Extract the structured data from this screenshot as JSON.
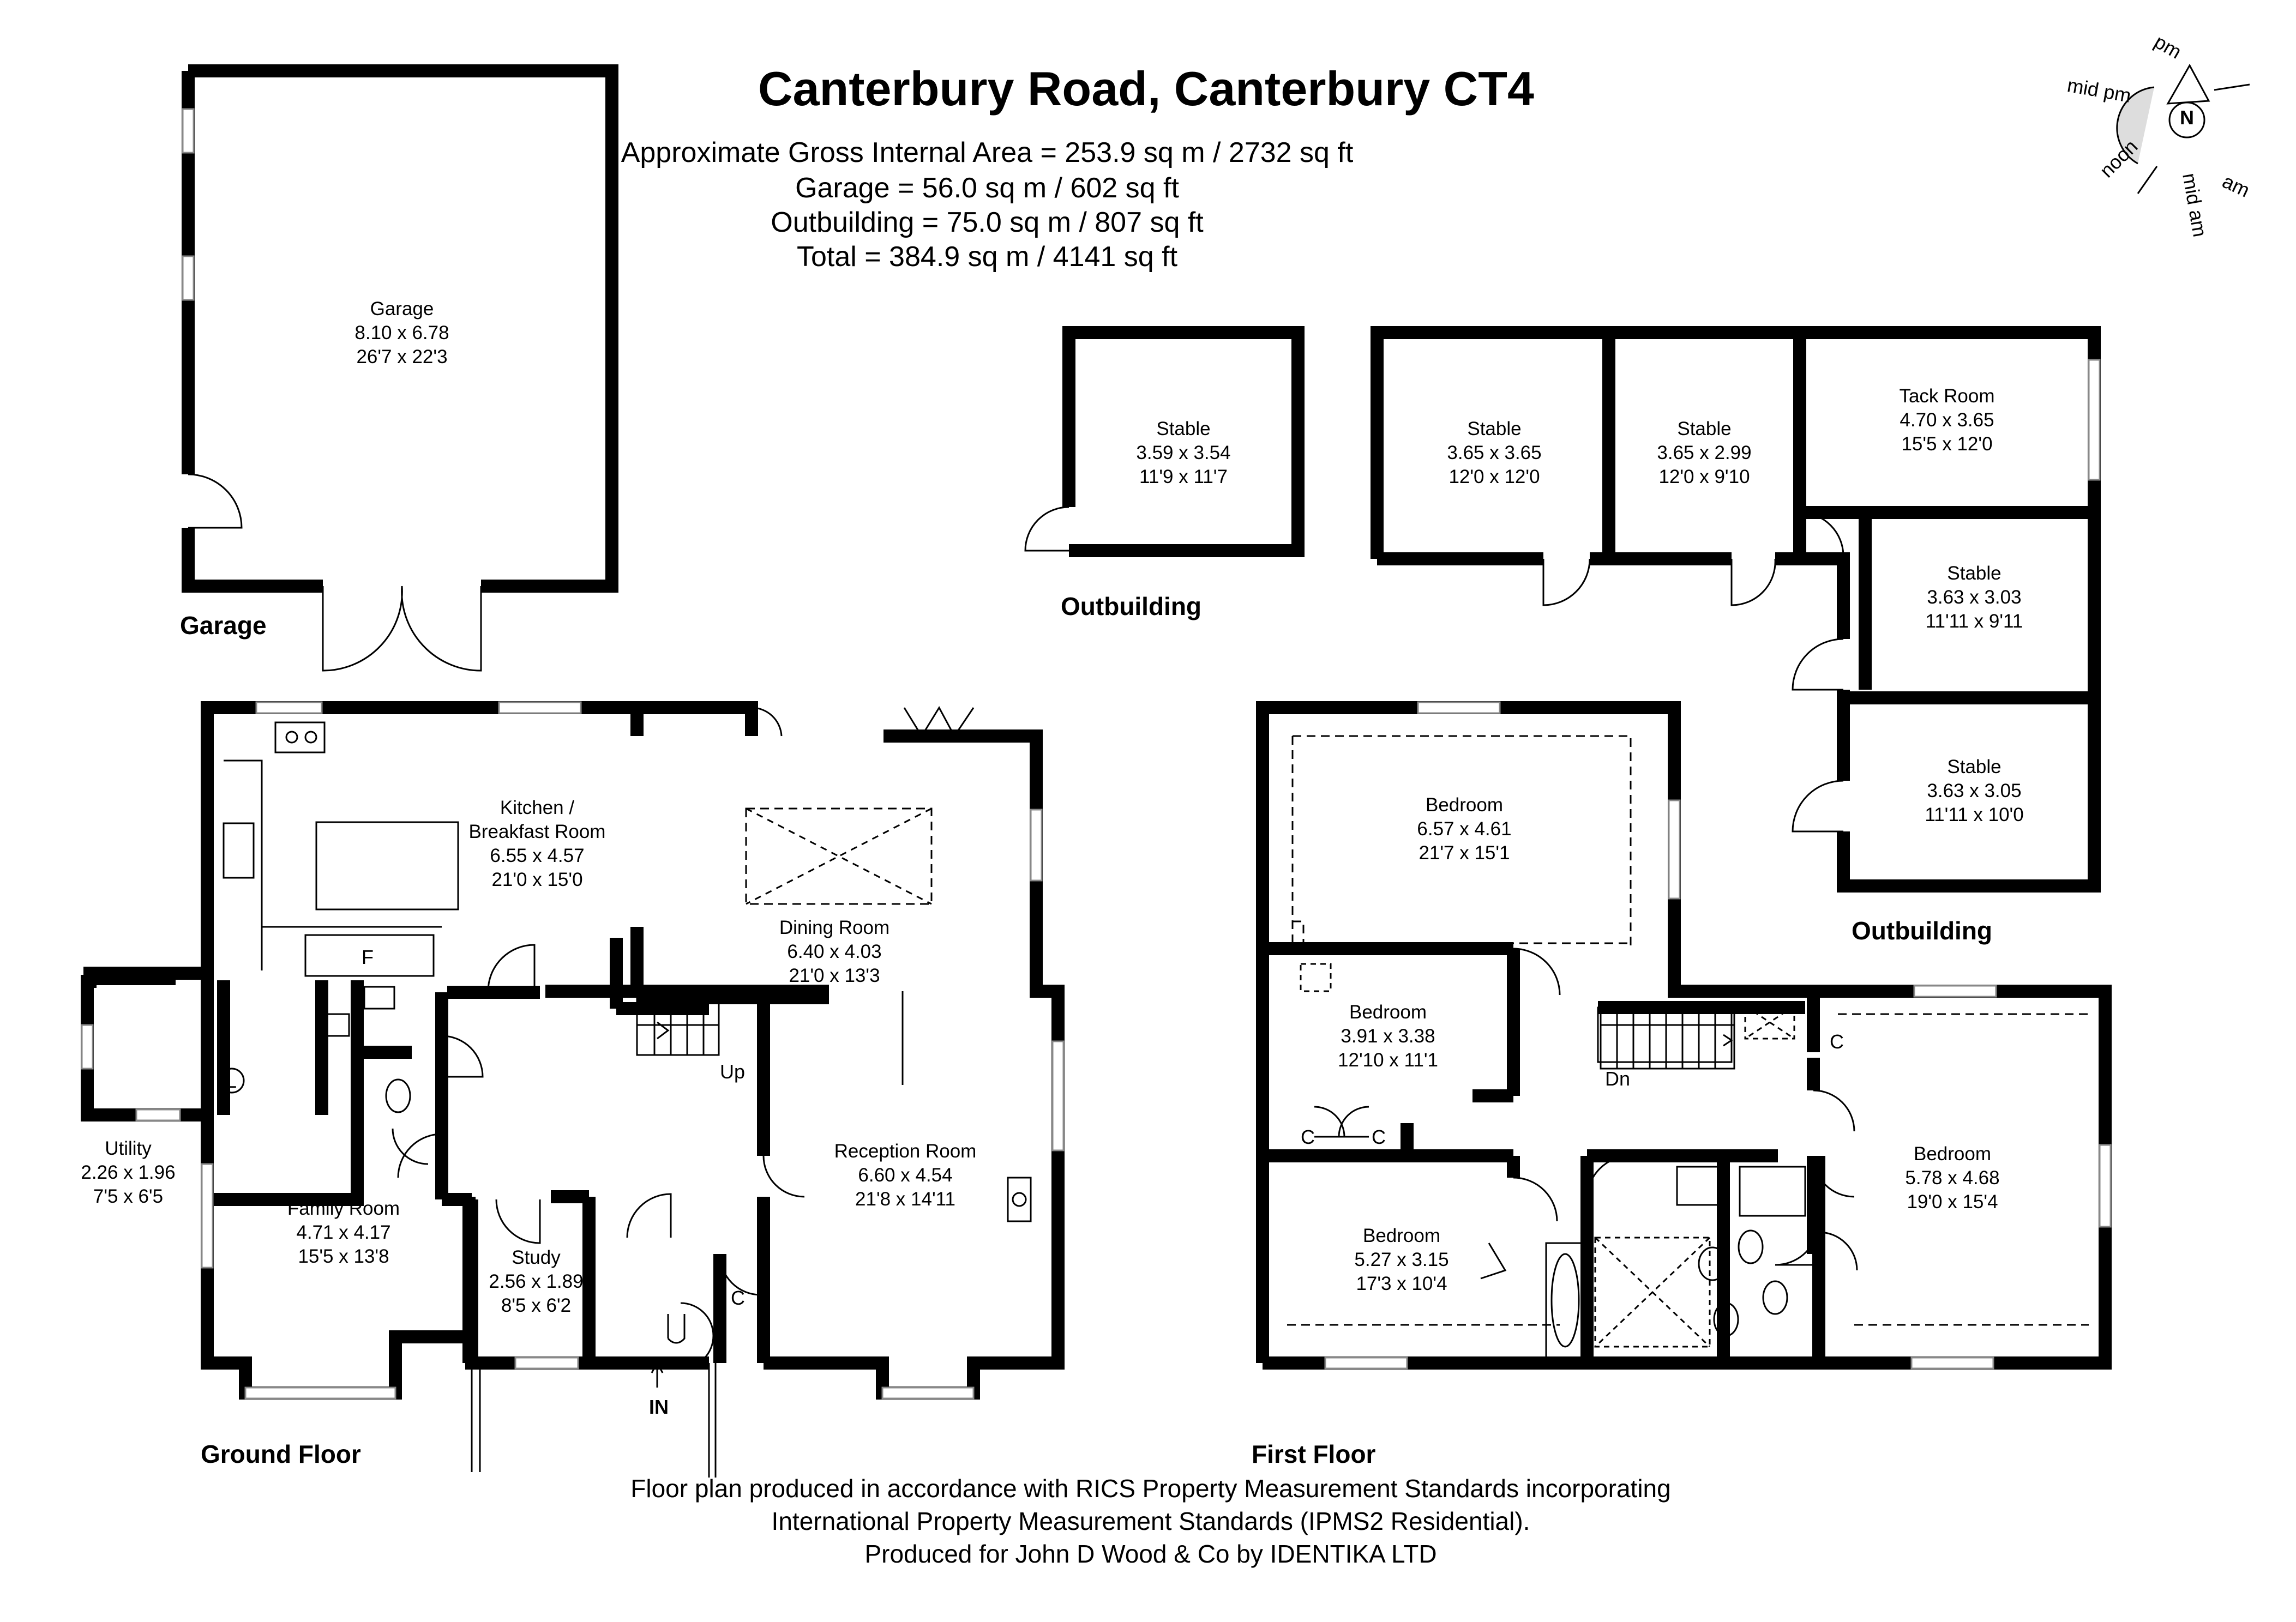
{
  "title": "Canterbury Road, Canterbury CT4",
  "areas": [
    "Approximate Gross Internal Area = 253.9 sq m / 2732 sq ft",
    "Garage = 56.0 sq m / 602 sq ft",
    "Outbuilding = 75.0 sq m / 807 sq ft",
    "Total = 384.9 sq m / 4141 sq ft"
  ],
  "compass": {
    "n": "N",
    "pm": "pm",
    "mid_pm": "mid pm",
    "noon": "noon",
    "mid_am": "mid am",
    "am": "am"
  },
  "sections": {
    "garage": "Garage",
    "outbuilding_1": "Outbuilding",
    "outbuilding_2": "Outbuilding",
    "ground_floor": "Ground Floor",
    "first_floor": "First Floor"
  },
  "rooms": {
    "garage": {
      "name": "Garage",
      "metric": "8.10 x 6.78",
      "imperial": "26'7 x 22'3"
    },
    "stable_a": {
      "name": "Stable",
      "metric": "3.59 x 3.54",
      "imperial": "11'9 x 11'7"
    },
    "stable_b": {
      "name": "Stable",
      "metric": "3.65 x 3.65",
      "imperial": "12'0 x 12'0"
    },
    "stable_c": {
      "name": "Stable",
      "metric": "3.65 x 2.99",
      "imperial": "12'0 x 9'10"
    },
    "tack_room": {
      "name": "Tack Room",
      "metric": "4.70 x 3.65",
      "imperial": "15'5 x 12'0"
    },
    "stable_d": {
      "name": "Stable",
      "metric": "3.63 x 3.03",
      "imperial": "11'11 x 9'11"
    },
    "stable_e": {
      "name": "Stable",
      "metric": "3.63 x 3.05",
      "imperial": "11'11 x 10'0"
    },
    "kitchen": {
      "name": "Kitchen /",
      "name2": "Breakfast Room",
      "metric": "6.55 x 4.57",
      "imperial": "21'0 x 15'0"
    },
    "dining": {
      "name": "Dining Room",
      "metric": "6.40 x 4.03",
      "imperial": "21'0 x 13'3"
    },
    "reception": {
      "name": "Reception Room",
      "metric": "6.60 x 4.54",
      "imperial": "21'8 x 14'11"
    },
    "family": {
      "name": "Family Room",
      "metric": "4.71 x 4.17",
      "imperial": "15'5 x 13'8"
    },
    "study": {
      "name": "Study",
      "metric": "2.56 x 1.89",
      "imperial": "8'5 x 6'2"
    },
    "utility": {
      "name": "Utility",
      "metric": "2.26 x 1.96",
      "imperial": "7'5 x 6'5"
    },
    "bed1": {
      "name": "Bedroom",
      "metric": "6.57 x 4.61",
      "imperial": "21'7 x 15'1"
    },
    "bed2": {
      "name": "Bedroom",
      "metric": "3.91 x 3.38",
      "imperial": "12'10 x 11'1"
    },
    "bed3": {
      "name": "Bedroom",
      "metric": "5.27 x 3.15",
      "imperial": "17'3 x 10'4"
    },
    "bed4": {
      "name": "Bedroom",
      "metric": "5.78 x 4.68",
      "imperial": "19'0 x 15'4"
    }
  },
  "marks": {
    "f": "F",
    "l": "L",
    "up": "Up",
    "dn": "Dn",
    "in": "IN",
    "c_gf": "C",
    "c_ff1": "C",
    "c_ff2": "C",
    "c_ff3": "C"
  },
  "footer": [
    "Floor plan produced in accordance with RICS Property Measurement Standards incorporating",
    "International Property Measurement Standards (IPMS2 Residential).",
    "Produced for John D Wood & Co by IDENTIKA LTD"
  ]
}
